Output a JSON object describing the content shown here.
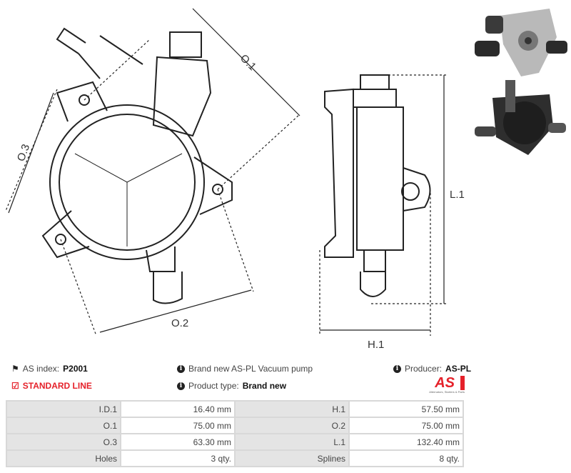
{
  "drawing": {
    "labels": {
      "o1": "O.1",
      "o2": "O.2",
      "o3": "O.3",
      "l1": "L.1",
      "h1": "H.1"
    }
  },
  "info": {
    "as_index_label": "AS index:",
    "as_index_value": "P2001",
    "line": "STANDARD LINE",
    "description": "Brand new AS-PL Vacuum pump",
    "product_type_label": "Product type:",
    "product_type_value": "Brand new",
    "producer_label": "Producer:",
    "producer_value": "AS-PL",
    "logo_text": "AS",
    "logo_tagline": "Alternators, Starters & Parts"
  },
  "colors": {
    "accent": "#e5212a"
  },
  "specs": [
    {
      "l1": "I.D.1",
      "v1": "16.40 mm",
      "l2": "H.1",
      "v2": "57.50 mm"
    },
    {
      "l1": "O.1",
      "v1": "75.00 mm",
      "l2": "O.2",
      "v2": "75.00 mm"
    },
    {
      "l1": "O.3",
      "v1": "63.30 mm",
      "l2": "L.1",
      "v2": "132.40 mm"
    },
    {
      "l1": "Holes",
      "v1": "3 qty.",
      "l2": "Splines",
      "v2": "8 qty."
    }
  ]
}
